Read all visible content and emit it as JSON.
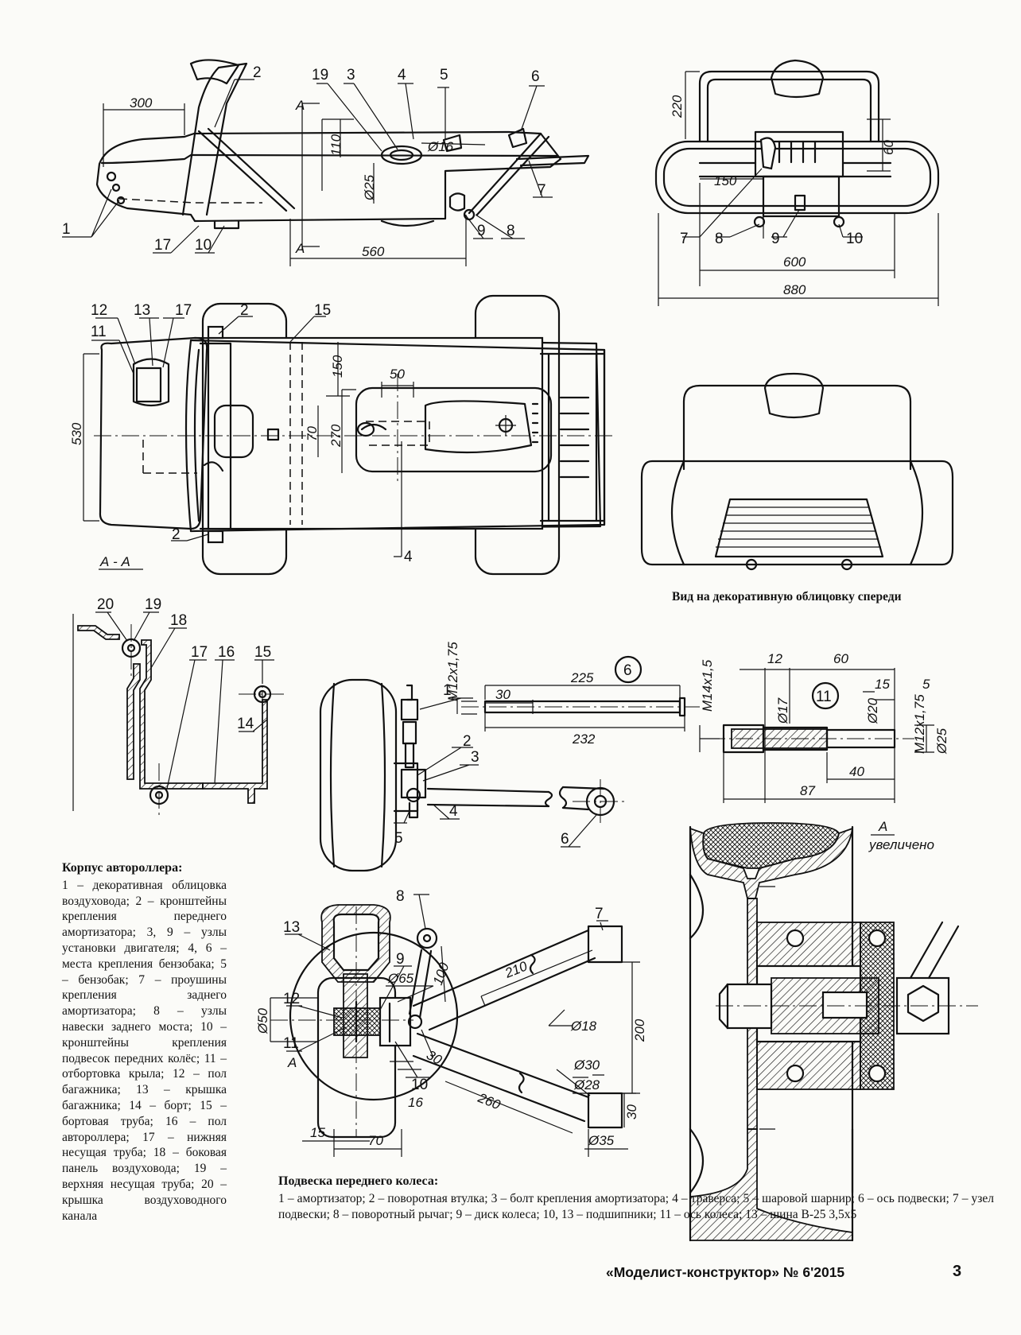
{
  "callouts": {
    "side": [
      "1",
      "2",
      "19",
      "3",
      "4",
      "5",
      "6",
      "7",
      "8",
      "9",
      "10",
      "17"
    ],
    "front": [
      "7",
      "8",
      "9",
      "10"
    ],
    "plan": [
      "12",
      "13",
      "17",
      "11",
      "2",
      "15",
      "2",
      "4"
    ],
    "section": [
      "20",
      "19",
      "18",
      "17",
      "16",
      "15",
      "14"
    ],
    "susp": [
      "1",
      "2",
      "3",
      "4",
      "5",
      "6"
    ],
    "axle6": "6",
    "axle11": "11",
    "wheel": [
      "8",
      "7",
      "13",
      "9",
      "12",
      "11",
      "10"
    ]
  },
  "dims": {
    "side": [
      "300",
      "110",
      "Ø25",
      "Ø16",
      "560"
    ],
    "front": [
      "220",
      "60",
      "150",
      "600",
      "880"
    ],
    "plan": [
      "530",
      "150",
      "50",
      "270",
      "70"
    ],
    "axle6": [
      "M12x1,75",
      "225",
      "30",
      "232"
    ],
    "axle11": [
      "M14x1,5",
      "12",
      "60",
      "15",
      "5",
      "Ø17",
      "Ø20",
      "M12x1,75",
      "Ø25",
      "40",
      "87"
    ],
    "wheel": [
      "Ø65",
      "100",
      "210",
      "Ø18",
      "Ø50",
      "30",
      "Ø30",
      "Ø28",
      "200",
      "260",
      "30",
      "16",
      "15",
      "70",
      "Ø35"
    ]
  },
  "labels": {
    "section_aa": "А - А",
    "cut_a1": "А",
    "cut_a2": "А",
    "detail_a": "А",
    "detail_a_title": "А",
    "detail_a_sub": "увеличено"
  },
  "view_caption": "Вид на декоративную облицовку спереди",
  "legend_body": {
    "title": "Корпус автороллера:",
    "text": "1 – декоративная облицовка воздуховода; 2 – кронштейны крепления переднего амортизатора; 3, 9 – узлы установки двигателя; 4, 6 – места крепления бензобака; 5 – бензобак; 7 – проушины крепления заднего амортизатора; 8 – узлы навески заднего моста; 10 – кронштейны крепления подвесок передних колёс; 11 – отбортовка крыла; 12 – пол багажника; 13 – крышка багажника; 14 – борт; 15 – бортовая труба; 16 – пол автороллера; 17 – нижняя несущая труба; 18 – боковая панель воздуховода; 19 – верхняя несущая труба; 20 – крышка воздуховодного канала"
  },
  "legend_susp": {
    "title": "Подвеска переднего колеса:",
    "text": "1 – амортизатор; 2 – поворотная втулка; 3 – болт крепления амортизатора; 4 – траверса; 5 – шаровой шарнир; 6 – ось подвески; 7 – узел подвески; 8 – поворотный рычаг; 9 – диск колеса; 10, 13 – подшипники; 11 – ось колеса; 13 – шина В-25 3,5х5"
  },
  "footer": {
    "journal": "«Моделист-конструктор» № 6'2015",
    "page": "3"
  }
}
